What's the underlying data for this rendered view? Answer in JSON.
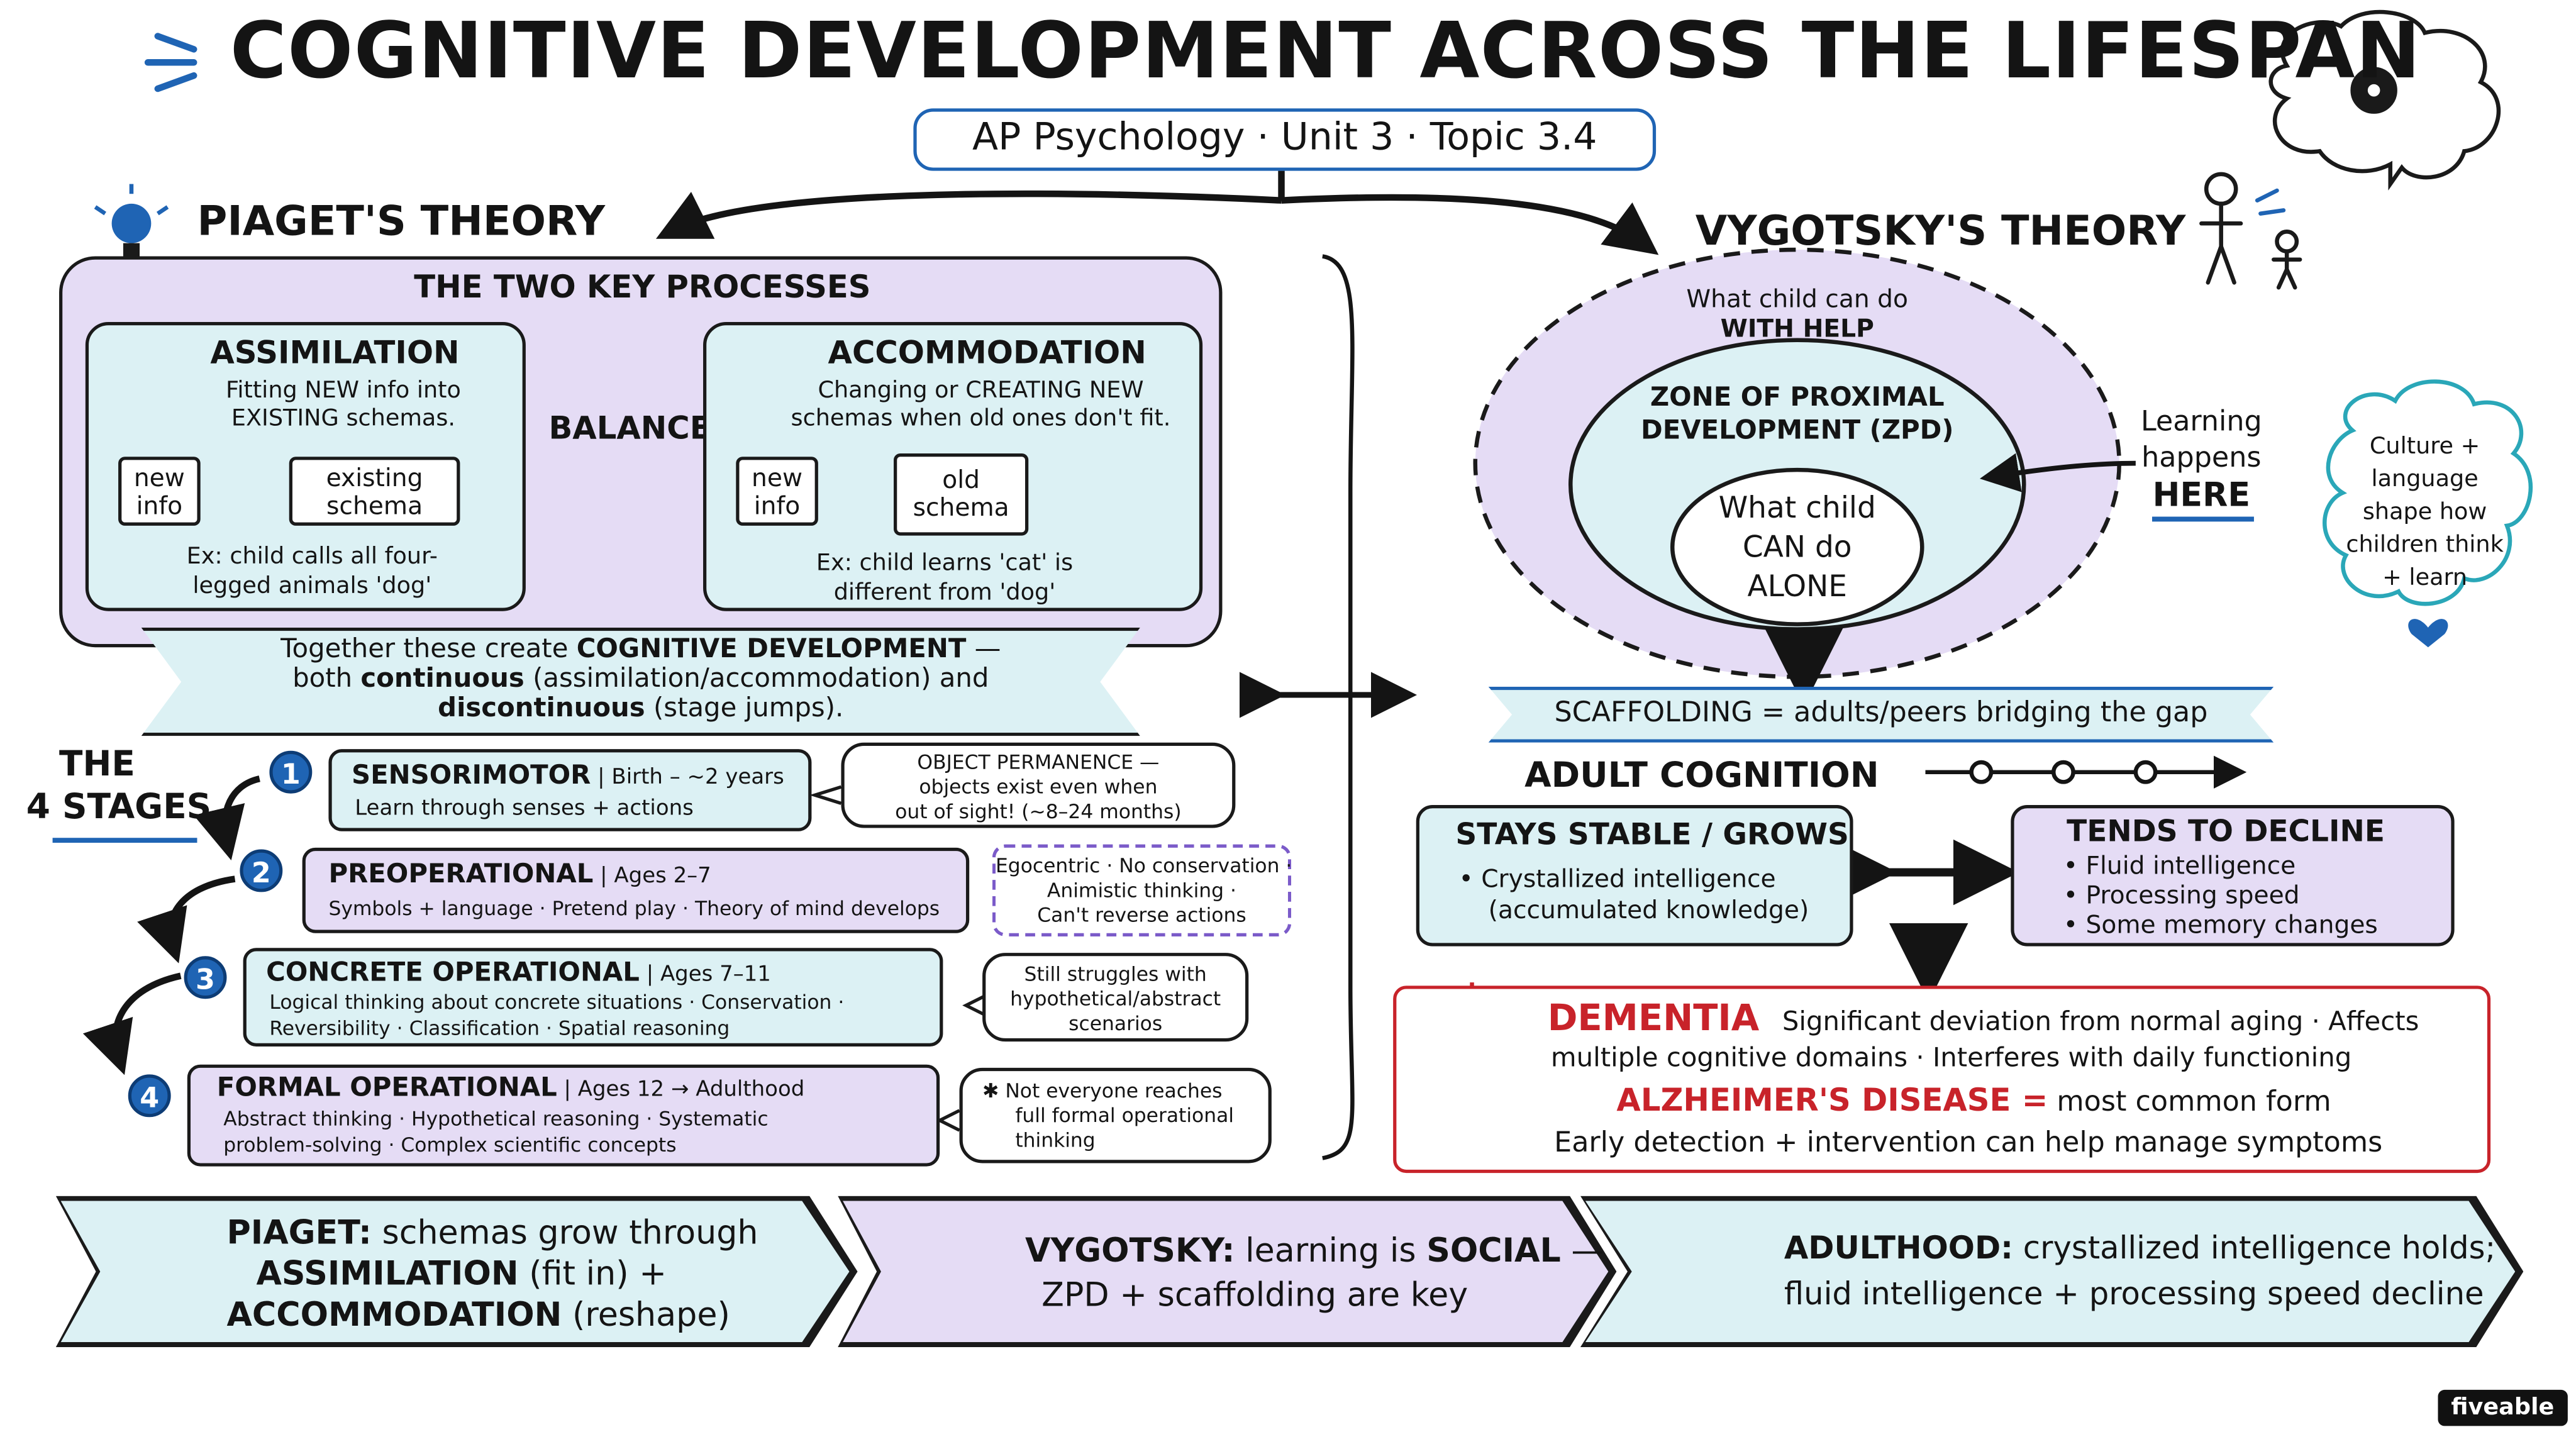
{
  "title": "COGNITIVE DEVELOPMENT ACROSS THE LIFESPAN",
  "subtitle": "AP Psychology · Unit 3 · Topic 3.4",
  "piaget": {
    "heading": "PIAGET'S THEORY",
    "key_processes": "THE TWO KEY PROCESSES",
    "assimilation": {
      "title": "ASSIMILATION",
      "desc1": "Fitting NEW info into",
      "desc2": "EXISTING schemas.",
      "box_a1": "new",
      "box_a2": "info",
      "box_b1": "existing",
      "box_b2": "schema",
      "ex1": "Ex: child calls all four-",
      "ex2": "legged animals 'dog'"
    },
    "balance": "BALANCE",
    "accommodation": {
      "title": "ACCOMMODATION",
      "desc1": "Changing or CREATING NEW",
      "desc2": "schemas when old ones don't fit.",
      "box_a1": "new",
      "box_a2": "info",
      "box_b1": "old",
      "box_b2": "schema",
      "ex1": "Ex: child learns 'cat' is",
      "ex2": "different from 'dog'"
    },
    "together": {
      "line1a": "Together these create ",
      "line1b": "COGNITIVE DEVELOPMENT",
      "line1c": " —",
      "line2a": "both ",
      "line2b": "continuous",
      "line2c": " (assimilation/accommodation) and",
      "line3a": "discontinuous",
      "line3b": " (stage jumps)."
    },
    "stages_label1": "THE",
    "stages_label2": "4 STAGES",
    "stages": [
      {
        "num": "1",
        "name": "SENSORIMOTOR",
        "age": " | Birth – ~2 years",
        "desc": "Learn through senses + actions",
        "note1": "OBJECT PERMANENCE —",
        "note2": "objects exist even when",
        "note3": "out of sight! (~8–24 months)"
      },
      {
        "num": "2",
        "name": "PREOPERATIONAL",
        "age": " | Ages 2–7",
        "desc": "Symbols + language · Pretend play · Theory of mind develops",
        "note1": "Egocentric · No conservation ·",
        "note2": "Animistic thinking ·",
        "note3": "Can't reverse actions"
      },
      {
        "num": "3",
        "name": "CONCRETE OPERATIONAL",
        "age": " | Ages 7–11",
        "desc": "Logical thinking about concrete situations · Conservation ·",
        "desc2": "Reversibility · Classification · Spatial reasoning",
        "note1": "Still struggles with",
        "note2": "hypothetical/abstract",
        "note3": "scenarios"
      },
      {
        "num": "4",
        "name": "FORMAL OPERATIONAL",
        "age": " | Ages 12 → Adulthood",
        "desc": "Abstract thinking · Hypothetical reasoning · Systematic",
        "desc2": "problem-solving · Complex scientific concepts",
        "note1": "✱ Not everyone reaches",
        "note2": "full formal operational",
        "note3": "thinking"
      }
    ]
  },
  "vygotsky": {
    "heading": "VYGOTSKY'S THEORY",
    "outer1": "What child can do",
    "outer2": "WITH HELP",
    "zpd1": "ZONE OF PROXIMAL",
    "zpd2": "DEVELOPMENT (ZPD)",
    "inner1": "What child",
    "inner2": "CAN do",
    "inner3": "ALONE",
    "learning1": "Learning",
    "learning2": "happens",
    "learning3": "HERE",
    "culture1": "Culture +",
    "culture2": "language",
    "culture3": "shape how",
    "culture4": "children think",
    "culture5": "+ learn",
    "scaffolding": "SCAFFOLDING = adults/peers bridging the gap"
  },
  "adult": {
    "heading": "ADULT COGNITION",
    "stable_title": "STAYS STABLE / GROWS",
    "stable_item1": "• Crystallized intelligence",
    "stable_item2": "(accumulated knowledge)",
    "decline_title": "TENDS TO DECLINE",
    "decline_items": [
      "• Fluid intelligence",
      "• Processing speed",
      "• Some memory changes"
    ]
  },
  "dementia": {
    "title": "DEMENTIA",
    "line1": "Significant deviation from normal aging · Affects",
    "line2": "multiple cognitive domains · Interferes with daily functioning",
    "alz": "ALZHEIMER'S DISEASE =",
    "alz_rest": " most common form",
    "line4": "Early detection + intervention can help manage symptoms"
  },
  "summary": [
    {
      "a": "PIAGET:",
      "b": " schemas grow through",
      "c": "ASSIMILATION",
      "d": " (fit in) +",
      "e": "ACCOMMODATION",
      "f": " (reshape)"
    },
    {
      "a": "VYGOTSKY:",
      "b": " learning is ",
      "c": "SOCIAL",
      "d": " —",
      "e": "ZPD + scaffolding are key"
    },
    {
      "a": "ADULTHOOD:",
      "b": " crystallized intelligence holds;",
      "c": "fluid intelligence + processing speed decline"
    }
  ],
  "brand": "fiveable",
  "colors": {
    "purple_fill": "#e5dcf5",
    "blue_fill": "#dcf1f4",
    "number_blue": "#1f64b4",
    "alert_red": "#c8232a",
    "teal": "#2aa7b8"
  },
  "icons": [
    "brain-gear-icon",
    "lightbulb-icon",
    "key-icon",
    "funnel-icon",
    "wrench-icon",
    "stick-figures-icon",
    "heart-icon",
    "warning-icon",
    "bar-chart-icon"
  ]
}
